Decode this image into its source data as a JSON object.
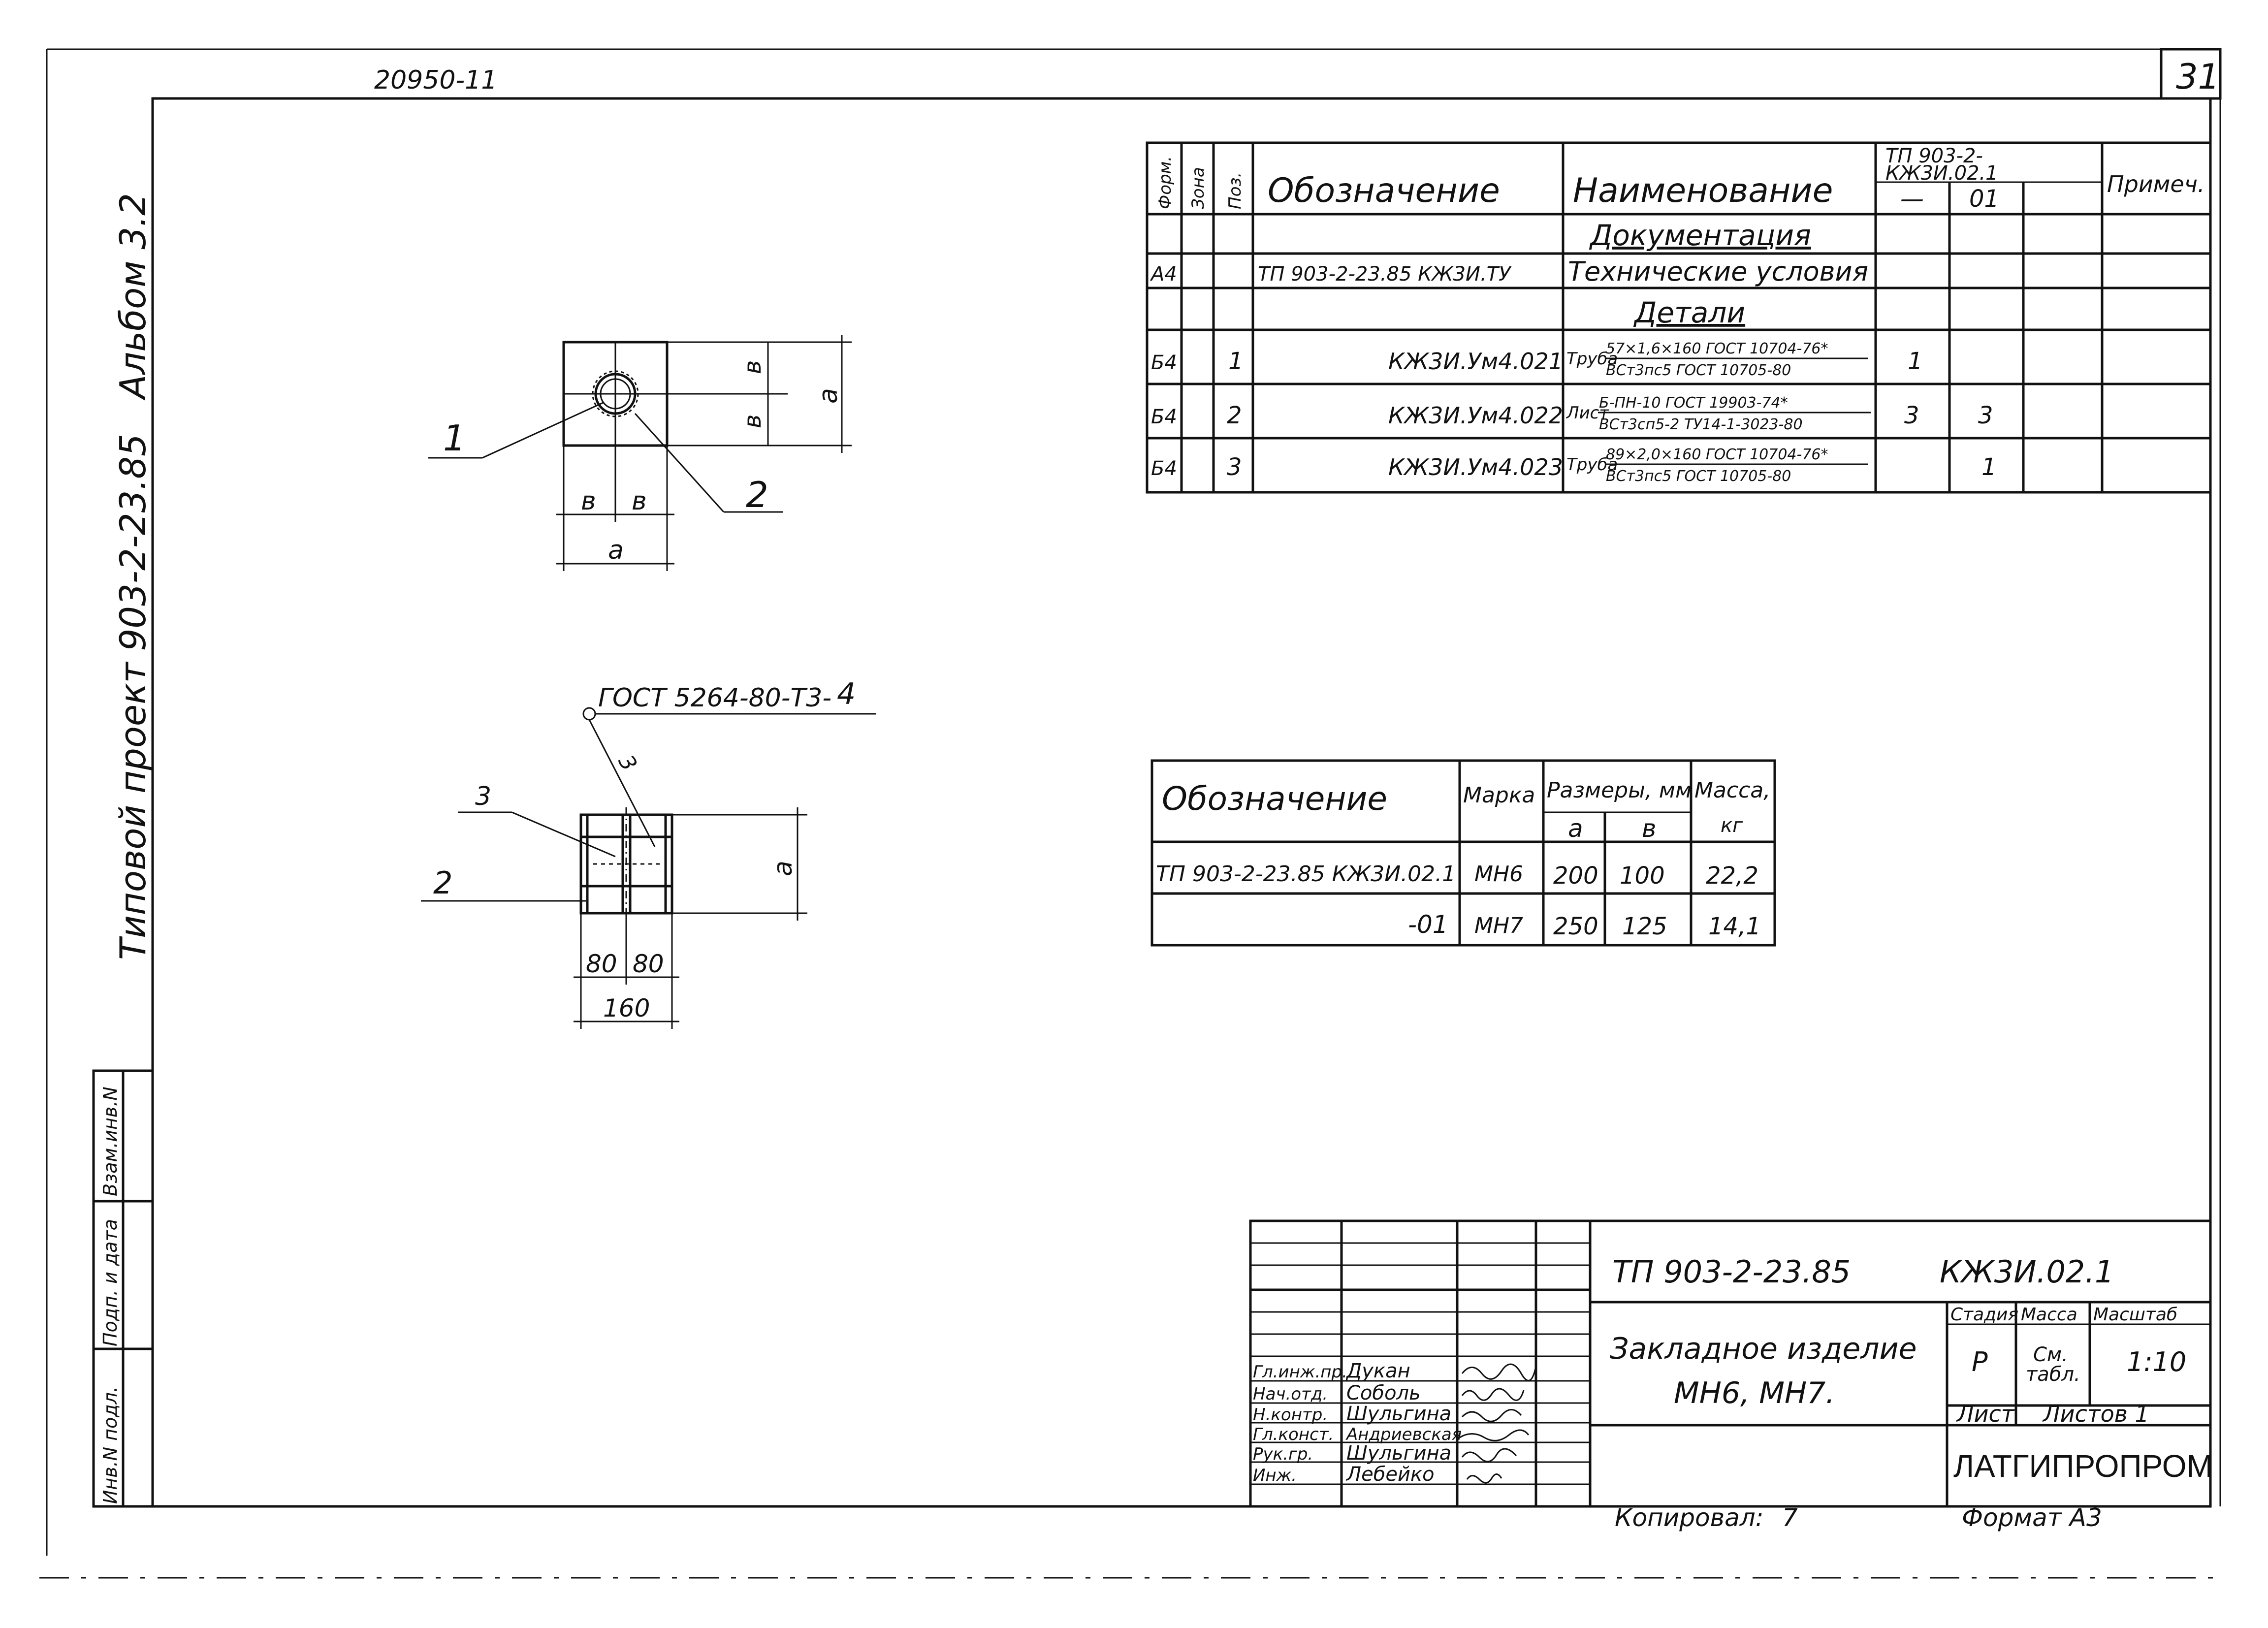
{
  "sheet": {
    "archive_number": "20950-11",
    "page_number": "31",
    "album": "Альбом 3.2",
    "project": "Типовой проект 903-2-23.85",
    "copied_by": "Копировал:",
    "copied_mark": "7",
    "format": "Формат А3"
  },
  "side_stamp": {
    "cells": [
      "Взам.инв.N",
      "Подп. и дата",
      "Инв.N подл."
    ]
  },
  "spec_table": {
    "headers": {
      "format": "Форм.",
      "zone": "Зона",
      "pos": "Поз.",
      "designation": "Обозначение",
      "name": "Наименование",
      "doc_top": "ТП 903-2-",
      "doc_bottom": "КЖ3И.02.1",
      "var_dash": "—",
      "var_01": "01",
      "note": "Примеч."
    },
    "sections": {
      "documentation": "Документация",
      "details": "Детали"
    },
    "rows": [
      {
        "format": "А4",
        "pos": "",
        "designation": "ТП 903-2-23.85  КЖ3И.ТУ",
        "name": "Технические условия",
        "sub1": "",
        "sub2": "",
        "q_dash": "",
        "q_01": ""
      },
      {
        "format": "Б4",
        "pos": "1",
        "designation": "КЖ3И.Ум4.021",
        "name": "Труба",
        "sub1": "57×1,6×160 ГОСТ 10704-76*",
        "sub2": "ВСт3пс5 ГОСТ 10705-80",
        "q_dash": "1",
        "q_01": ""
      },
      {
        "format": "Б4",
        "pos": "2",
        "designation": "КЖ3И.Ум4.022",
        "name": "Лист",
        "sub1": "Б-ПН-10 ГОСТ 19903-74*",
        "sub2": "ВСт3сп5-2 ТУ14-1-3023-80",
        "q_dash": "3",
        "q_01": "3"
      },
      {
        "format": "Б4",
        "pos": "3",
        "designation": "КЖ3И.Ум4.023",
        "name": "Труба",
        "sub1": "89×2,0×160 ГОСТ 10704-76*",
        "sub2": "ВСт3пс5 ГОСТ 10705-80",
        "q_dash": "",
        "q_01": "1"
      }
    ]
  },
  "size_table": {
    "headers": {
      "designation": "Обозначение",
      "mark": "Марка",
      "sizes": "Размеры, мм",
      "a": "а",
      "b": "в",
      "mass": "Масса,",
      "mass_unit": "кг"
    },
    "rows": [
      {
        "designation": "ТП 903-2-23.85 КЖ3И.02.1",
        "mark": "МН6",
        "a": "200",
        "b": "100",
        "mass": "22,2"
      },
      {
        "designation": "-01",
        "mark": "МН7",
        "a": "250",
        "b": "125",
        "mass": "14,1"
      }
    ]
  },
  "drawing": {
    "plan": {
      "leader_1": "1",
      "leader_2": "2",
      "dim_b": "в",
      "dim_a": "а"
    },
    "section": {
      "weld_note": "ГОСТ 5264-80-Т3-",
      "weld_size": "4",
      "weld_leader": "3",
      "leader_3": "3",
      "leader_2": "2",
      "dim_a": "а",
      "dim_80": "80",
      "dim_160": "160"
    }
  },
  "title_block": {
    "code": "ТП 903-2-23.85",
    "doc": "КЖ3И.02.1",
    "title_line1": "Закладное изделие",
    "title_line2": "МН6, МН7.",
    "stage_label": "Стадия",
    "mass_label": "Масса",
    "scale_label": "Масштаб",
    "stage": "Р",
    "mass_line1": "См.",
    "mass_line2": "табл.",
    "scale": "1:10",
    "sheet_label": "Лист",
    "sheets_label": "Листов 1",
    "organization": "ЛАТГИПРОПРОМ",
    "signatures": [
      {
        "role": "Гл.инж.пр.",
        "name": "Дукан"
      },
      {
        "role": "Нач.отд.",
        "name": "Соболь"
      },
      {
        "role": "Н.контр.",
        "name": "Шульгина"
      },
      {
        "role": "Гл.конст.",
        "name": "Андриевская"
      },
      {
        "role": "Рук.гр.",
        "name": "Шульгина"
      },
      {
        "role": "Инж.",
        "name": "Лебейко"
      }
    ]
  }
}
